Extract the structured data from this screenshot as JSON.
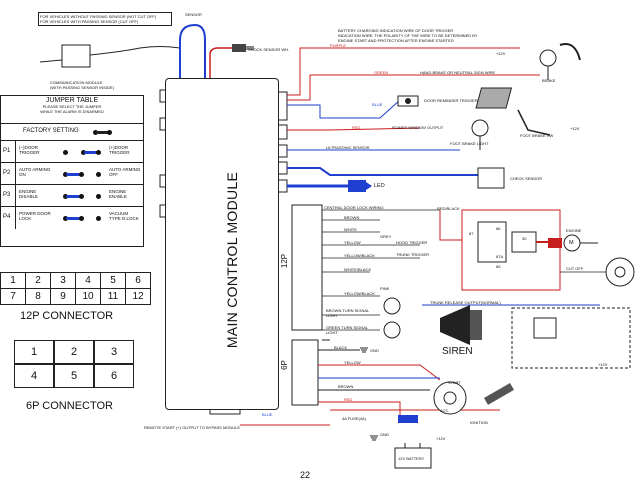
{
  "top_notes": {
    "line1": "FOR VEHICLES WITHOUT PASSING SENSOR (NOT CUT OFF)",
    "line2": "FOR VEHICLES WITH PASSING SENSOR (CUT OFF)",
    "sensor_label": "SENSOR",
    "shock_wire": "SHOCK SENSOR WH.",
    "comm_module": "COMMUNICATION MODULE",
    "comm_module_sub": "(WITH PASSING SENSOR INSIDE)"
  },
  "right_top_notes": {
    "line1": "BATTERY CHARGING INDICATION WIRE OF DOOR TRIGGER",
    "line2": "INDICATION WIRE, THE POLARITY OF THE WIRE TO BE DETERMINED BY",
    "line3": "ENGINE START AND PROTECTION AFTER ENGINE STARTED"
  },
  "jumper_table": {
    "title": "JUMPER TABLE",
    "subtitle1": "PLEASE SELECT THE JUMPER",
    "subtitle2": "WHILE THE ALARM IS DISARMED",
    "factory_setting": "FACTORY SETTING",
    "rows": [
      {
        "pin": "P1",
        "left": "(–)DOOR TRIGGER",
        "right": "(+)DOOR TRIGGER"
      },
      {
        "pin": "P2",
        "left": "AUTO ARMING ON",
        "right": "AUTO ARMING OFF"
      },
      {
        "pin": "P3",
        "left": "ENGINE DISABLE",
        "right": "ENGINE ENABLE"
      },
      {
        "pin": "P4",
        "left": "POWER DOOR LOCK",
        "right": "VACUUM TYPE D.LOCK"
      }
    ]
  },
  "connector12": {
    "label": "12P CONNECTOR",
    "row1": [
      "1",
      "2",
      "3",
      "4",
      "5",
      "6"
    ],
    "row2": [
      "7",
      "8",
      "9",
      "10",
      "11",
      "12"
    ]
  },
  "connector6": {
    "label": "6P CONNECTOR",
    "row1": [
      "1",
      "2",
      "3"
    ],
    "row2": [
      "4",
      "5",
      "6"
    ]
  },
  "module": {
    "title": "MAIN CONTROL MODULE",
    "label_12p": "12P",
    "label_6p": "6P"
  },
  "wires": {
    "purple": "PURPLE",
    "green": "GREEN",
    "blue": "BLUE",
    "red": "RED",
    "hand_brake": "HAND BRAKE OR NEUTRAL SIGN WIRE",
    "brake": "BRAKE",
    "door_trigger": "DOOR REMINDER TRIGGER",
    "power_window": "POWER WINDOW OUTPUT",
    "foot_brake_light": "FOOT BRAKE LIGHT",
    "foot_brake_sw": "FOOT BRAKE SW",
    "v12_a": "+12V",
    "v12_b": "+12V",
    "v12_c": "+12V",
    "v12_d": "+12V",
    "ultrasonic": "ULTRASONIC SENSOR",
    "check_sensor": "CHECK SENSOR",
    "led": "LED",
    "central_lock": "CENTRAL DOOR LOCK WIRING",
    "brown": "BROWN",
    "white": "WHITE",
    "yellow": "YELLOW",
    "hood_trigger": "HOOD TRIGGER",
    "trunk_trigger": "TRUNK TRIGGER",
    "grey": "GREY",
    "yellow_black": "YELLOW/BLACK",
    "white_black": "WHITE/BLACK",
    "pink": "PINK",
    "brown_turn": "BROWN TURN SIGNAL LIGHT",
    "green_turn": "GREEN TURN SIGNAL LIGHT",
    "black": "BLACK",
    "gnd": "GND",
    "siren": "SIREN",
    "trunk_release": "TRUNK RELEASE OUTPUT(NORMAL)",
    "red_black": "RED/BLACK",
    "yellow_black2": "YELLOW/BLACK",
    "start": "START",
    "acc": "ACC",
    "ignition": "IGNITION",
    "fuse": "4A FUSE(4A)",
    "battery": "12V BATTERY",
    "gnd2": "GND",
    "remote_start": "REMOTE START (+) OUTPUT TO BYPASS MODULE",
    "blue2": "BLUE",
    "engine": "ENGINE",
    "cut_off": "CUT OFF",
    "relay_87": "87",
    "relay_86": "86",
    "relay_87a": "87A",
    "relay_85": "85",
    "relay_30": "30",
    "motor": "M"
  },
  "page_number": "22"
}
